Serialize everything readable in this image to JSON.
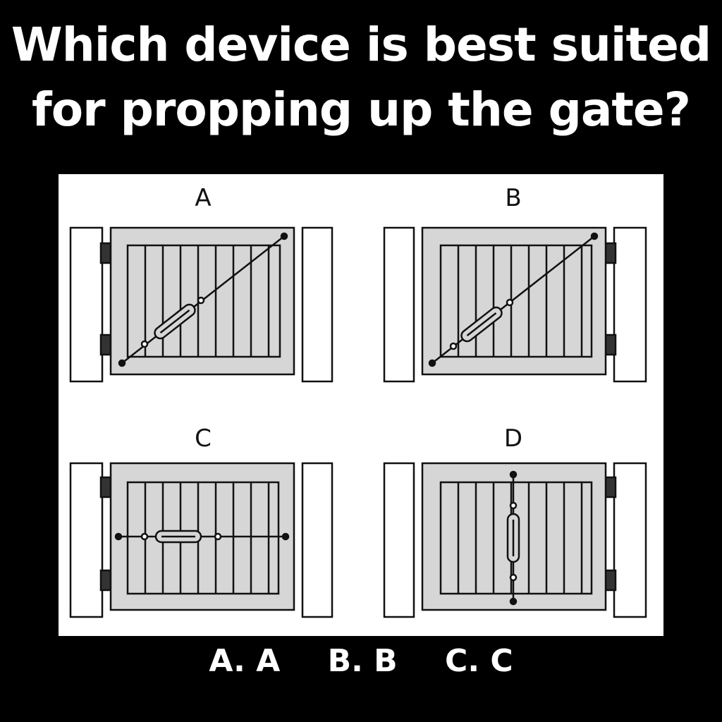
{
  "question": {
    "line1": "Which device is best suited",
    "line2": "for propping up the gate?"
  },
  "figure": {
    "labels": [
      "A",
      "B",
      "C",
      "D"
    ]
  },
  "answers": [
    "A. A",
    "B. B",
    "C. C"
  ],
  "colors": {
    "background": "#000000",
    "panel": "#ffffff",
    "gate_fill": "#d6d6d6",
    "ink": "#111111"
  }
}
